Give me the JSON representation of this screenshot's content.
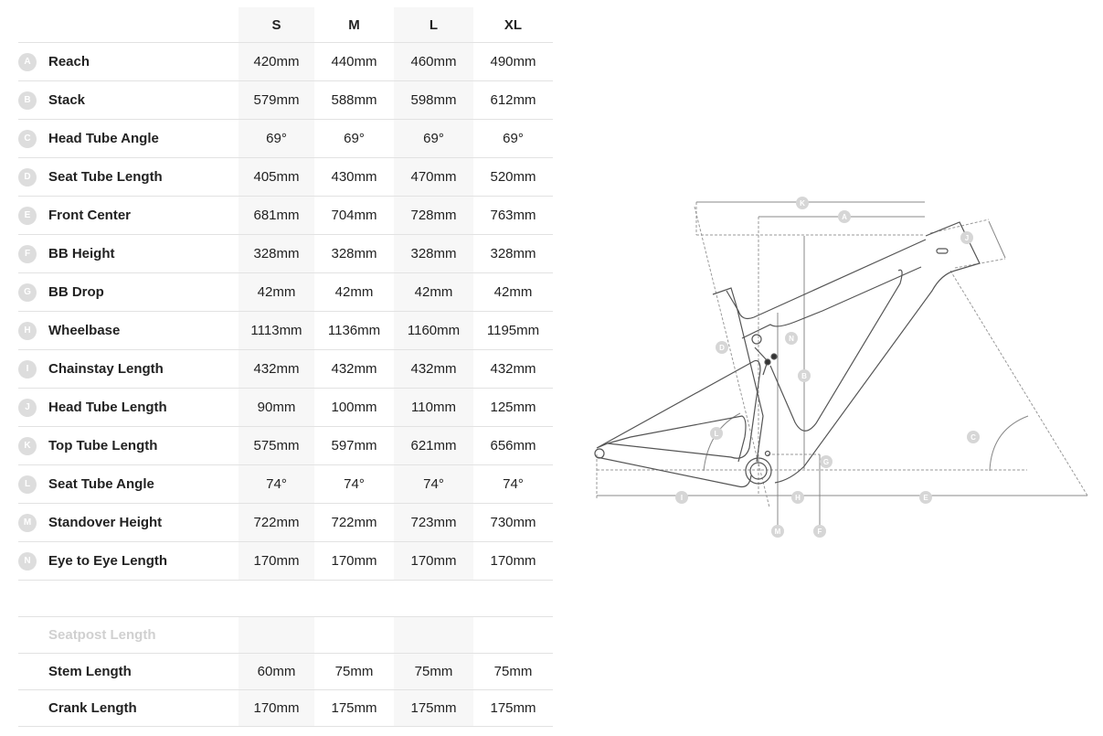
{
  "sizes": [
    "S",
    "M",
    "L",
    "XL"
  ],
  "rows": [
    {
      "badge": "A",
      "label": "Reach",
      "v": [
        "420mm",
        "440mm",
        "460mm",
        "490mm"
      ]
    },
    {
      "badge": "B",
      "label": "Stack",
      "v": [
        "579mm",
        "588mm",
        "598mm",
        "612mm"
      ]
    },
    {
      "badge": "C",
      "label": "Head Tube Angle",
      "v": [
        "69°",
        "69°",
        "69°",
        "69°"
      ]
    },
    {
      "badge": "D",
      "label": "Seat Tube Length",
      "v": [
        "405mm",
        "430mm",
        "470mm",
        "520mm"
      ]
    },
    {
      "badge": "E",
      "label": "Front Center",
      "v": [
        "681mm",
        "704mm",
        "728mm",
        "763mm"
      ]
    },
    {
      "badge": "F",
      "label": "BB Height",
      "v": [
        "328mm",
        "328mm",
        "328mm",
        "328mm"
      ]
    },
    {
      "badge": "G",
      "label": "BB Drop",
      "v": [
        "42mm",
        "42mm",
        "42mm",
        "42mm"
      ]
    },
    {
      "badge": "H",
      "label": "Wheelbase",
      "v": [
        "1113mm",
        "1136mm",
        "1160mm",
        "1195mm"
      ]
    },
    {
      "badge": "I",
      "label": "Chainstay Length",
      "v": [
        "432mm",
        "432mm",
        "432mm",
        "432mm"
      ]
    },
    {
      "badge": "J",
      "label": "Head Tube Length",
      "v": [
        "90mm",
        "100mm",
        "110mm",
        "125mm"
      ]
    },
    {
      "badge": "K",
      "label": "Top Tube Length",
      "v": [
        "575mm",
        "597mm",
        "621mm",
        "656mm"
      ]
    },
    {
      "badge": "L",
      "label": "Seat Tube Angle",
      "v": [
        "74°",
        "74°",
        "74°",
        "74°"
      ]
    },
    {
      "badge": "M",
      "label": "Standover Height",
      "v": [
        "722mm",
        "722mm",
        "723mm",
        "730mm"
      ]
    },
    {
      "badge": "N",
      "label": "Eye to Eye Length",
      "v": [
        "170mm",
        "170mm",
        "170mm",
        "170mm"
      ]
    }
  ],
  "extra": [
    {
      "label": "Seatpost Length",
      "v": [
        "",
        "",
        "",
        ""
      ]
    },
    {
      "label": "Stem Length",
      "v": [
        "60mm",
        "75mm",
        "75mm",
        "75mm"
      ]
    },
    {
      "label": "Crank Length",
      "v": [
        "170mm",
        "175mm",
        "175mm",
        "175mm"
      ]
    }
  ],
  "diagram": {
    "labels": [
      "K",
      "A",
      "J",
      "B",
      "N",
      "D",
      "L",
      "C",
      "G",
      "I",
      "H",
      "E",
      "M",
      "F"
    ]
  }
}
